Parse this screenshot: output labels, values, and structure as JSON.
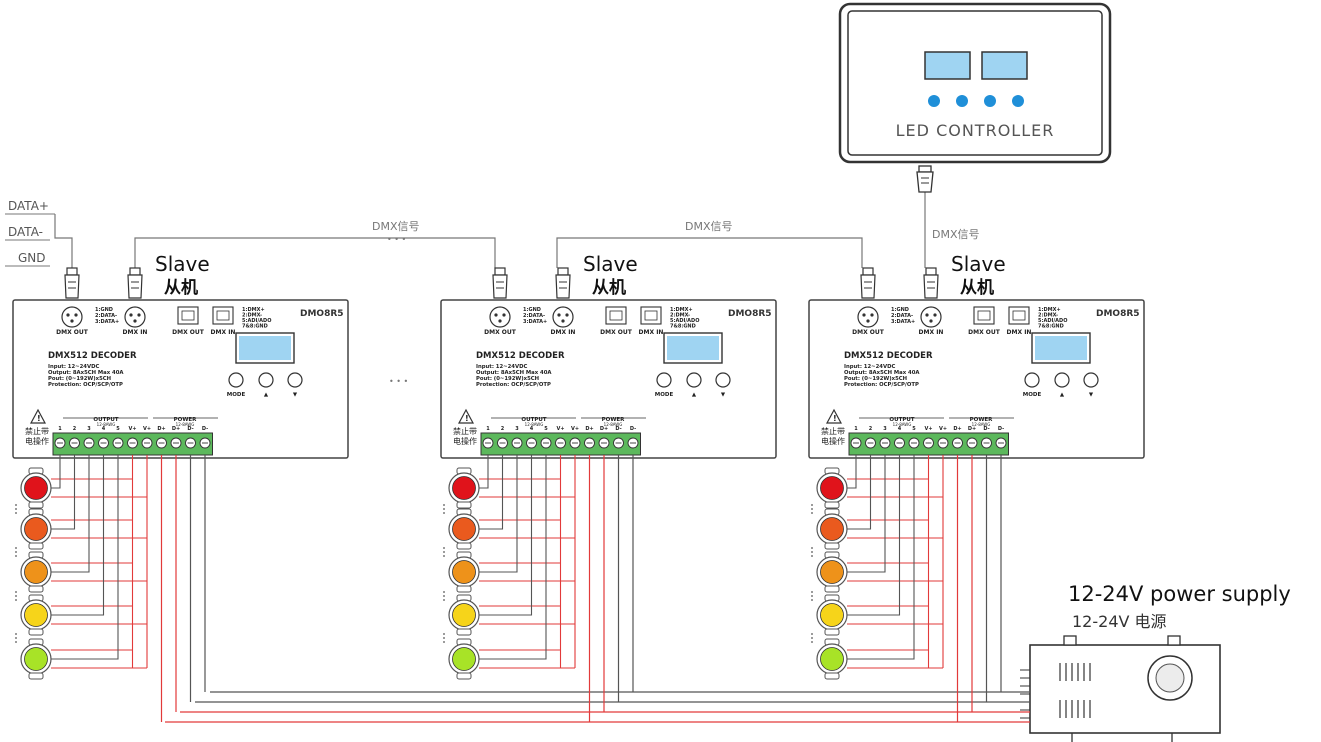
{
  "input_labels": {
    "data_plus": "DATA+",
    "data_minus": "DATA-",
    "gnd": "GND"
  },
  "signal_label": "DMX信号",
  "ellipsis": "• • •",
  "slave": {
    "en": "Slave",
    "zh": "从机"
  },
  "controller": {
    "label": "LED CONTROLLER"
  },
  "power_supply": {
    "en": "12-24V power supply",
    "zh": "12-24V 电源"
  },
  "decoder": {
    "brand": "DMO8R5",
    "title": "DMX512 DECODER",
    "specs": [
      "Input: 12~24VDC",
      "Output: 8Ax5CH  Max 40A",
      "Pout: (0~192W)x5CH",
      "Protection: OCP/SCP/OTP"
    ],
    "xlr_pins": [
      "1:GND",
      "2:DATA-",
      "3:DATA+"
    ],
    "rj_pins": [
      "1:DMX+",
      "2:DMX-",
      "5:ADI/ADO",
      "7&8:GND"
    ],
    "port_labels": {
      "dmx_out": "DMX OUT",
      "dmx_in": "DMX IN"
    },
    "buttons": {
      "mode": "MODE",
      "up": "▲",
      "down": "▼"
    },
    "output_header": "OUTPUT",
    "power_header": "POWER",
    "awg": "12-8AWG",
    "terminals": [
      "1",
      "2",
      "3",
      "4",
      "5",
      "V+",
      "V+",
      "D+",
      "D+",
      "D-",
      "D-"
    ],
    "warning": [
      "禁止带",
      "电操作"
    ]
  },
  "colors": {
    "wire_red": "#e23a3a",
    "wire_dark": "#555555",
    "terminal_green": "#5cb85c",
    "lcd_blue": "#9fd4f2",
    "led_colors": [
      "#e0131b",
      "#ea5a1e",
      "#ee921a",
      "#f6d41a",
      "#a8e327"
    ]
  }
}
